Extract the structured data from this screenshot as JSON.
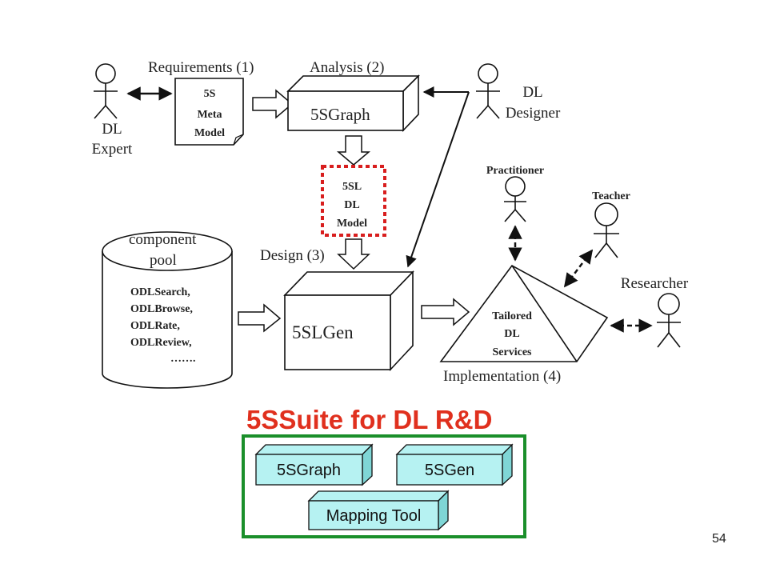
{
  "labels": {
    "requirements": "Requirements (1)",
    "analysis": "Analysis (2)",
    "design": "Design (3)",
    "implementation": "Implementation (4)"
  },
  "actors": {
    "dl_expert": [
      "DL",
      "Expert"
    ],
    "dl_designer": [
      "DL",
      "Designer"
    ],
    "practitioner": "Practitioner",
    "teacher": "Teacher",
    "researcher": "Researcher"
  },
  "meta_model": [
    "5S",
    "Meta",
    "Model"
  ],
  "graph_box": "5SGraph",
  "dl_model": [
    "5SL",
    "DL",
    "Model"
  ],
  "component_pool": {
    "title": [
      "component",
      "pool"
    ],
    "items": [
      "ODLSearch,",
      "ODLBrowse,",
      "ODLRate,",
      "ODLReview,",
      "……."
    ]
  },
  "gen_box": "5SLGen",
  "services": [
    "Tailored",
    "DL",
    "Services"
  ],
  "suite": {
    "title": "5SSuite for DL R&D",
    "tools": [
      "5SGraph",
      "5SGen",
      "Mapping Tool"
    ]
  },
  "page_number": "54",
  "colors": {
    "dotted_border": "#d81e1e",
    "suite_green": "#1a8f2a",
    "tool_fill": "#b6f2f2"
  }
}
